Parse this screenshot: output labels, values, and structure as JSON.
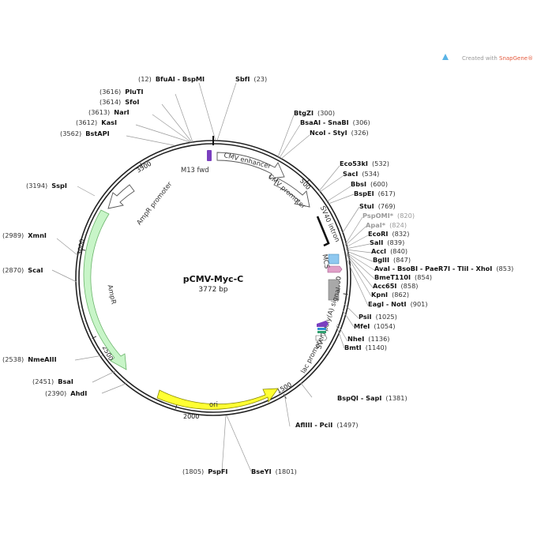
{
  "credit": {
    "prefix": "Created with ",
    "brand": "SnapGene®"
  },
  "plasmid": {
    "name": "pCMV-Myc-C",
    "length_label": "3772 bp",
    "length": 3772
  },
  "ticks": [
    "500",
    "1000",
    "1500",
    "2000",
    "2500",
    "3000",
    "3500"
  ],
  "features": [
    {
      "id": "m13fwd",
      "label": "M13 fwd",
      "color": "#7a3fbf"
    },
    {
      "id": "cmvenh",
      "label": "CMV enhancer",
      "color": "#ffffff"
    },
    {
      "id": "cmvprom",
      "label": "CMV promoter",
      "color": "#ffffff"
    },
    {
      "id": "sv40intron",
      "label": "SV40 intron",
      "color": "#111111"
    },
    {
      "id": "mcs",
      "label": "MCS",
      "color": "#8ec8f0"
    },
    {
      "id": "sv40polya",
      "label": "SV40 poly(A) signal",
      "color": "#a8a8a8"
    },
    {
      "id": "lacprom",
      "label": "lac promoter",
      "color": "#ffffff"
    },
    {
      "id": "ori",
      "label": "ori",
      "color": "#ffff33"
    },
    {
      "id": "ampr",
      "label": "AmpR",
      "color": "#c8f5c8"
    },
    {
      "id": "amprprom",
      "label": "AmpR promoter",
      "color": "#ffffff"
    }
  ],
  "sites": [
    {
      "name": "BfuAI - BspMI",
      "pos": "(12)"
    },
    {
      "name": "SbfI",
      "pos": "(23)"
    },
    {
      "name": "PluTI",
      "pos": "(3616)"
    },
    {
      "name": "SfoI",
      "pos": "(3614)"
    },
    {
      "name": "NarI",
      "pos": "(3613)"
    },
    {
      "name": "KasI",
      "pos": "(3612)"
    },
    {
      "name": "BstAPI",
      "pos": "(3562)"
    },
    {
      "name": "BtgZI",
      "pos": "(300)"
    },
    {
      "name": "BsaAI - SnaBI",
      "pos": "(306)"
    },
    {
      "name": "NcoI - StyI",
      "pos": "(326)"
    },
    {
      "name": "Eco53kI",
      "pos": "(532)"
    },
    {
      "name": "SacI",
      "pos": "(534)"
    },
    {
      "name": "BbsI",
      "pos": "(600)"
    },
    {
      "name": "BspEI",
      "pos": "(617)"
    },
    {
      "name": "StuI",
      "pos": "(769)"
    },
    {
      "name": "PspOMI*",
      "pos": "(820)"
    },
    {
      "name": "ApaI*",
      "pos": "(824)"
    },
    {
      "name": "EcoRI",
      "pos": "(832)"
    },
    {
      "name": "SalI",
      "pos": "(839)"
    },
    {
      "name": "AccI",
      "pos": "(840)"
    },
    {
      "name": "BglII",
      "pos": "(847)"
    },
    {
      "name": "AvaI - BsoBI - PaeR7I - TliI - XhoI",
      "pos": "(853)"
    },
    {
      "name": "BmeT110I",
      "pos": "(854)"
    },
    {
      "name": "Acc65I",
      "pos": "(858)"
    },
    {
      "name": "KpnI",
      "pos": "(862)"
    },
    {
      "name": "EagI - NotI",
      "pos": "(901)"
    },
    {
      "name": "PsiI",
      "pos": "(1025)"
    },
    {
      "name": "MfeI",
      "pos": "(1054)"
    },
    {
      "name": "NheI",
      "pos": "(1136)"
    },
    {
      "name": "BmtI",
      "pos": "(1140)"
    },
    {
      "name": "BspQI - SapI",
      "pos": "(1381)"
    },
    {
      "name": "AflIII - PciI",
      "pos": "(1497)"
    },
    {
      "name": "BseYI",
      "pos": "(1801)"
    },
    {
      "name": "PspFI",
      "pos": "(1805)"
    },
    {
      "name": "AhdI",
      "pos": "(2390)"
    },
    {
      "name": "BsaI",
      "pos": "(2451)"
    },
    {
      "name": "NmeAIII",
      "pos": "(2538)"
    },
    {
      "name": "ScaI",
      "pos": "(2870)"
    },
    {
      "name": "XmnI",
      "pos": "(2989)"
    },
    {
      "name": "SspI",
      "pos": "(3194)"
    }
  ]
}
